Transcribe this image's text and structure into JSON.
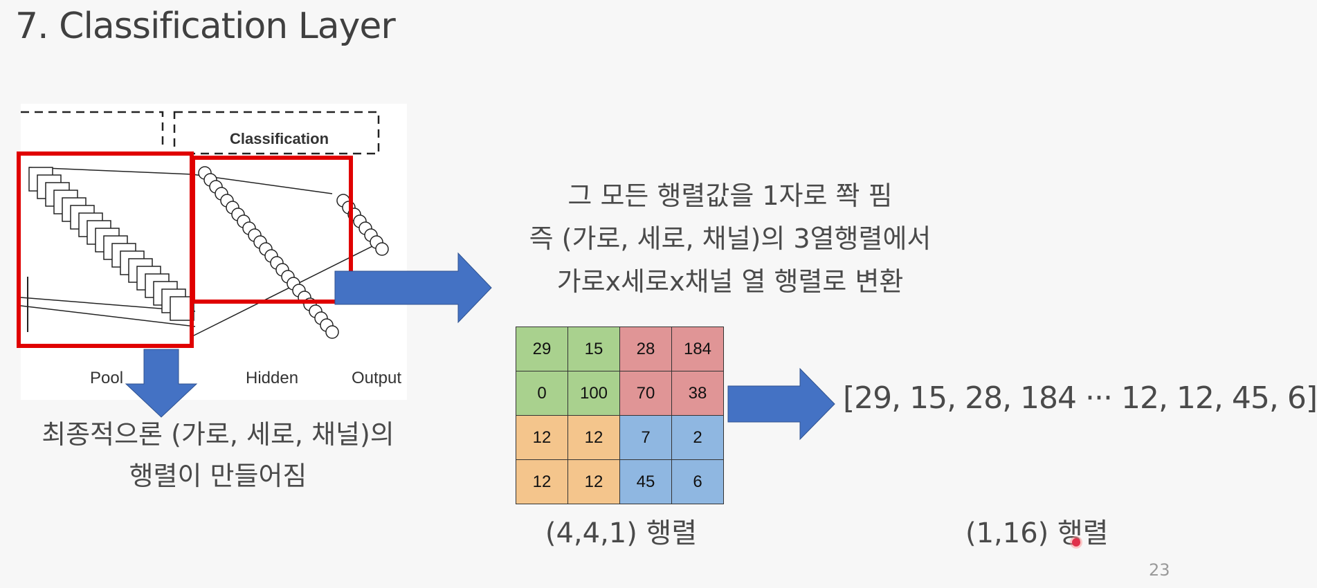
{
  "slide": {
    "title": "7. Classification Layer",
    "page_number": "23"
  },
  "figure": {
    "classification_label": "Classification",
    "pool_label": "Pool",
    "hidden_label": "Hidden",
    "output_label": "Output",
    "highlight_color": "#e00000",
    "arrow_color": "#4472c4"
  },
  "left_caption": {
    "line1": "최종적으론 (가로, 세로, 채널)의",
    "line2": "행렬이 만들어짐"
  },
  "description": {
    "line1": "그 모든 행렬값을 1자로 쫙 핌",
    "line2": "즉 (가로, 세로, 채널)의 3열행렬에서",
    "line3": "가로x세로x채널 열 행렬로 변환"
  },
  "matrix": {
    "rows": [
      [
        "29",
        "15",
        "28",
        "184"
      ],
      [
        "0",
        "100",
        "70",
        "38"
      ],
      [
        "12",
        "12",
        "7",
        "2"
      ],
      [
        "12",
        "12",
        "45",
        "6"
      ]
    ],
    "colors": {
      "green": "#a9d18e",
      "red": "#e09596",
      "orange": "#f4c58c",
      "blue": "#8fb7e1"
    },
    "caption": "(4,4,1) 행렬"
  },
  "vector": {
    "text": "[29, 15, 28, 184 ··· 12, 12, 45, 6]",
    "caption": "(1,16) 행렬"
  }
}
